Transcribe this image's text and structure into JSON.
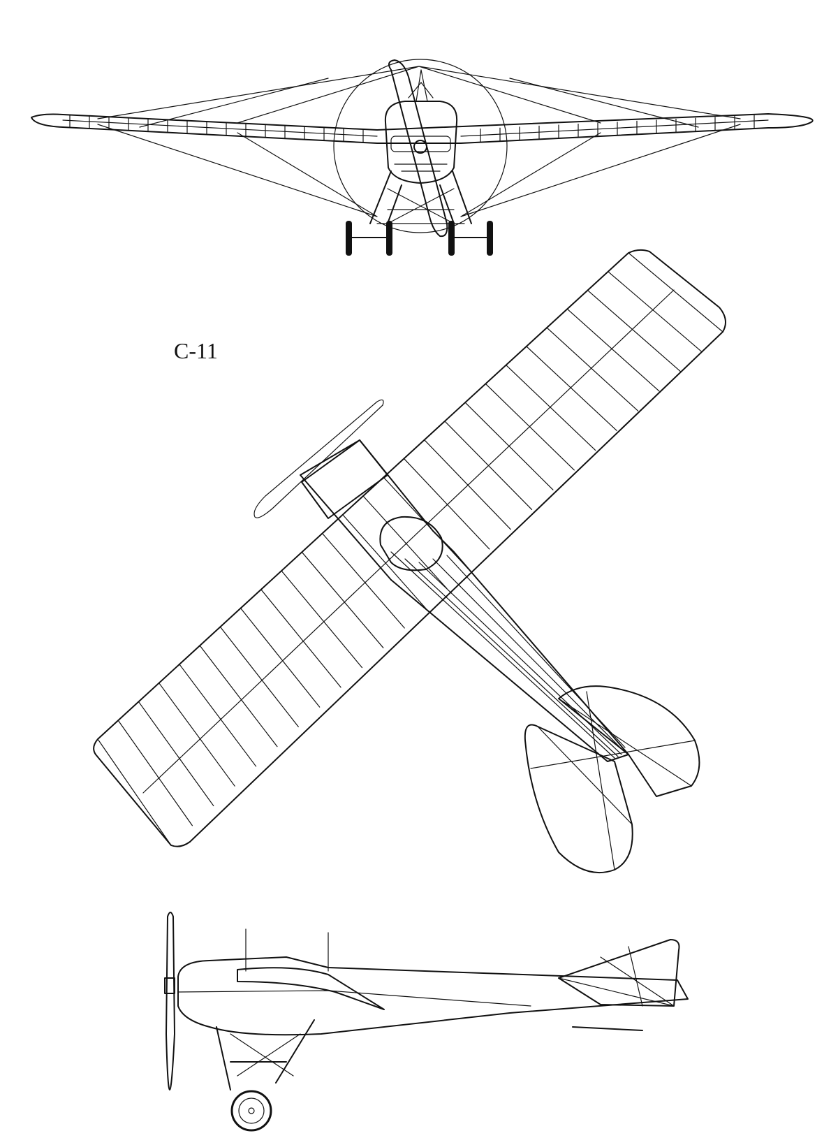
{
  "designation": "C-11",
  "views": [
    {
      "name": "front-view"
    },
    {
      "name": "top-view"
    },
    {
      "name": "side-view"
    }
  ],
  "colors": {
    "ink": "#111111",
    "paper": "#ffffff"
  }
}
